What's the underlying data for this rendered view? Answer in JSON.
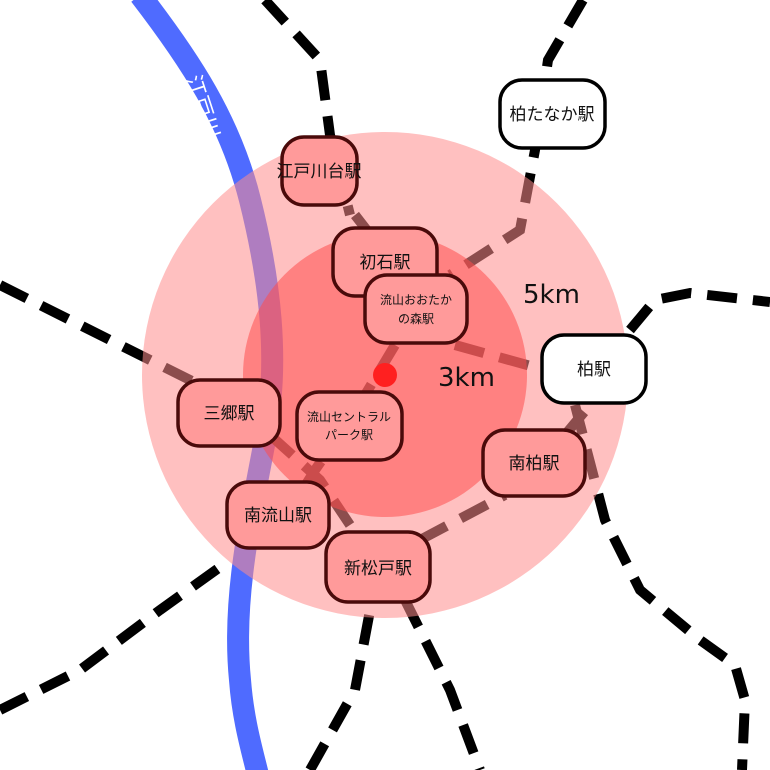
{
  "river": {
    "name": "江戸川",
    "color": "#4f6bff"
  },
  "rings": [
    {
      "label": "5km",
      "color": "#ff8c8c",
      "opacity": 0.55
    },
    {
      "label": "3km",
      "color": "#ff4d4d",
      "opacity": 0.6
    }
  ],
  "center_dot_color": "#ff2020",
  "stations": {
    "edogawadai": "江戸川台駅",
    "hatsuishi": "初石駅",
    "kashiwa_tanaka": "柏たなか駅",
    "otakanomori_line1": "流山おおたか",
    "otakanomori_line2": "の森駅",
    "kashiwa": "柏駅",
    "misato": "三郷駅",
    "central_park_line1": "流山セントラル",
    "central_park_line2": "パーク駅",
    "minami_kashiwa": "南柏駅",
    "minami_nagareyama": "南流山駅",
    "shin_matsudo": "新松戸駅"
  },
  "station_styles": {
    "inside_fill": "#ff9a9a",
    "inside_stroke": "#4a0a0a",
    "outside_fill": "#ffffff",
    "outside_stroke": "#000000"
  }
}
